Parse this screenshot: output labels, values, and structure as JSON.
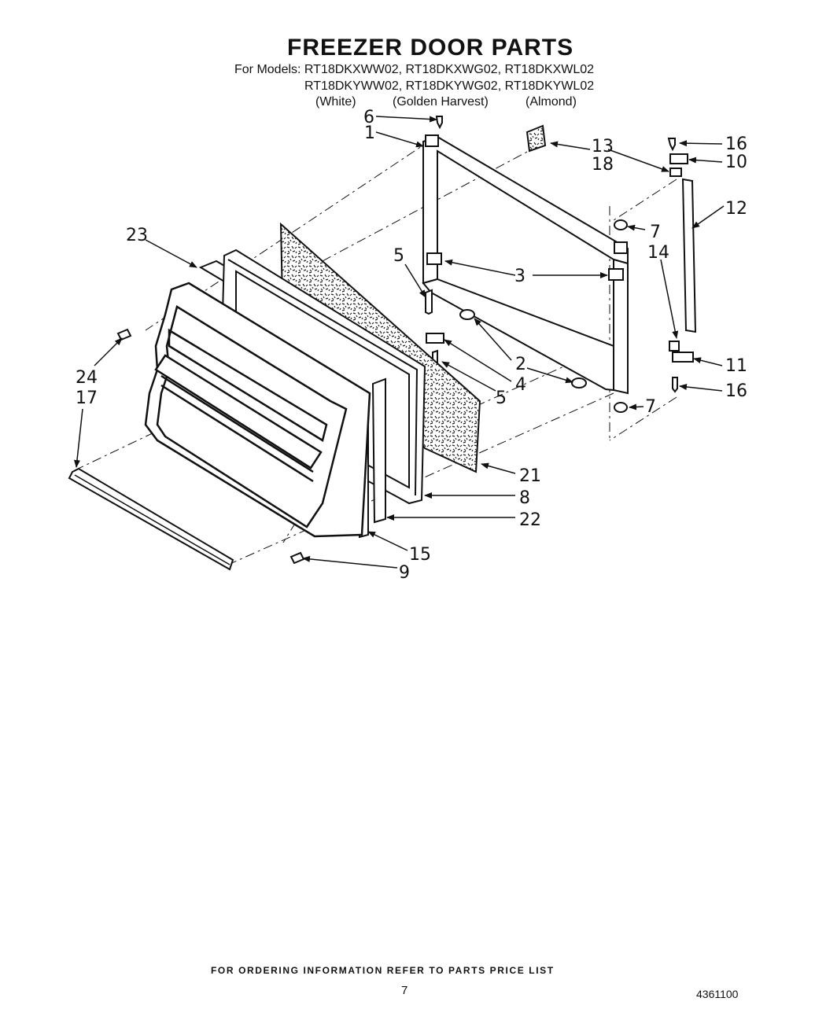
{
  "title": "FREEZER DOOR PARTS",
  "models": {
    "line1": "For Models: RT18DKXWW02, RT18DKXWG02, RT18DKXWL02",
    "line2": "RT18DKYWW02, RT18DKYWG02, RT18DKYWL02",
    "colors": [
      "(White)",
      "(Golden Harvest)",
      "(Almond)"
    ]
  },
  "callouts": [
    {
      "label": "1"
    },
    {
      "label": "2"
    },
    {
      "label": "3"
    },
    {
      "label": "4"
    },
    {
      "label": "5"
    },
    {
      "label": "5"
    },
    {
      "label": "6"
    },
    {
      "label": "7"
    },
    {
      "label": "7"
    },
    {
      "label": "8"
    },
    {
      "label": "9"
    },
    {
      "label": "10"
    },
    {
      "label": "11"
    },
    {
      "label": "12"
    },
    {
      "label": "13"
    },
    {
      "label": "14"
    },
    {
      "label": "15"
    },
    {
      "label": "16"
    },
    {
      "label": "16"
    },
    {
      "label": "17"
    },
    {
      "label": "18"
    },
    {
      "label": "21"
    },
    {
      "label": "22"
    },
    {
      "label": "23"
    },
    {
      "label": "24"
    }
  ],
  "footer": "FOR ORDERING INFORMATION REFER TO PARTS PRICE LIST",
  "page_number": "7",
  "doc_number": "4361100"
}
